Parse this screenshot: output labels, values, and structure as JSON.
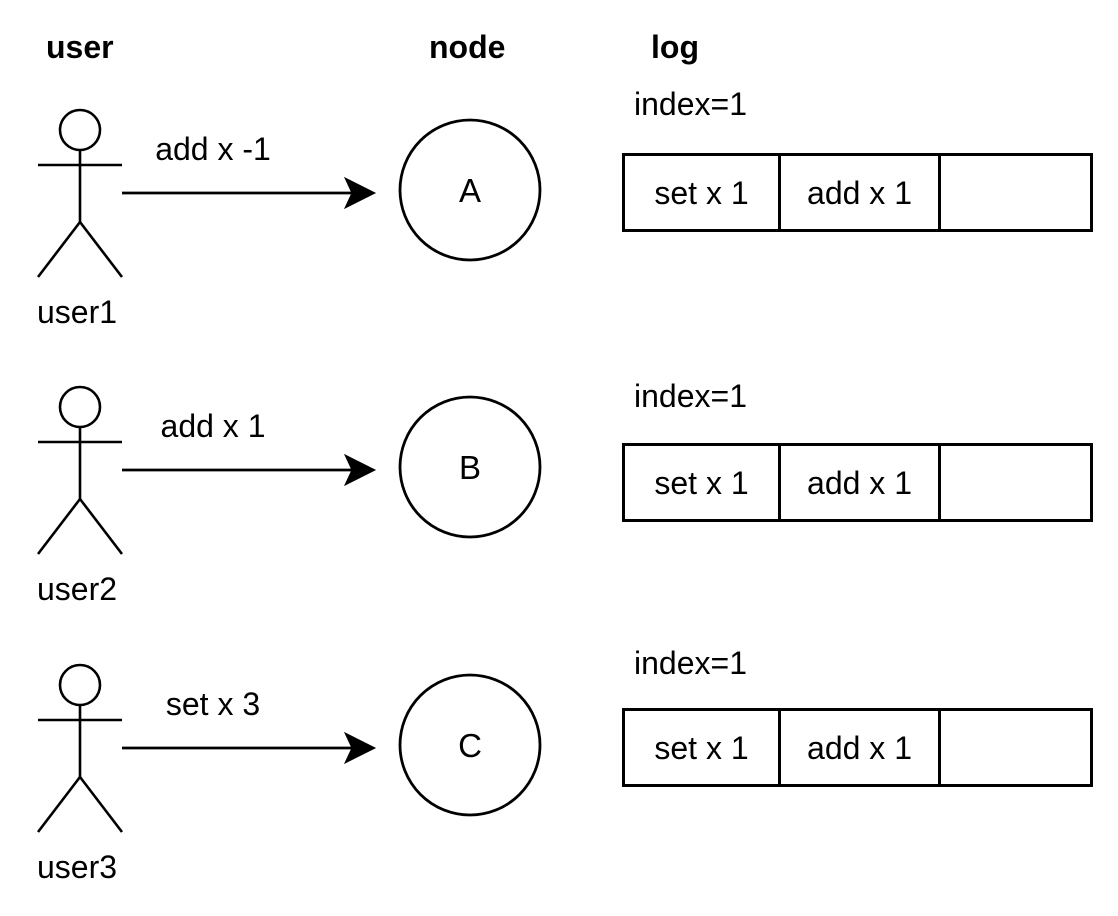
{
  "headers": {
    "user": "user",
    "node": "node",
    "log": "log"
  },
  "rows": [
    {
      "user_label": "user1",
      "message": "add x -1",
      "node_label": "A",
      "index_label": "index=1",
      "log_cells": [
        "set x 1",
        "add x 1",
        ""
      ]
    },
    {
      "user_label": "user2",
      "message": "add x 1",
      "node_label": "B",
      "index_label": "index=1",
      "log_cells": [
        "set x 1",
        "add x 1",
        ""
      ]
    },
    {
      "user_label": "user3",
      "message": "set x 3",
      "node_label": "C",
      "index_label": "index=1",
      "log_cells": [
        "set x 1",
        "add x 1",
        ""
      ]
    }
  ],
  "colors": {
    "stroke": "#000000",
    "background": "#ffffff"
  }
}
